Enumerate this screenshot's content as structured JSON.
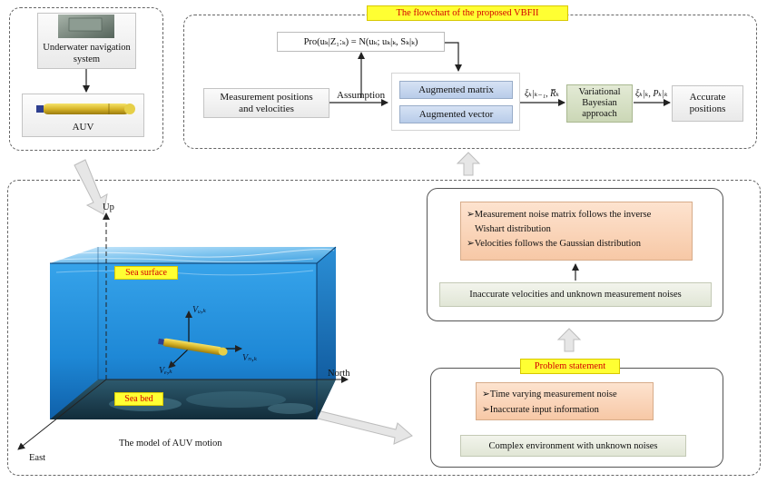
{
  "flowchart": {
    "title": "The flowchart of the proposed VBFII",
    "pro_formula": "Pro(uₖ|Z₁:ₖ) = N(uₖ; uₖ|ₖ, Sₖ|ₖ)",
    "measurement_box": "Measurement positions and velocities",
    "assumption_label": "Assumption",
    "augmented_matrix": "Augmented matrix",
    "augmented_vector": "Augmented vector",
    "input_symbols": "ξₖ|ₖ₋₁, R̅ₖ",
    "vb_box": "Variational Bayesian approach",
    "output_symbols": "ξₖ|ₖ, Pₖ|ₖ",
    "accurate_box": "Accurate positions"
  },
  "system": {
    "nav_label": "Underwater navigation system",
    "auv_label": "AUV"
  },
  "motion": {
    "axis_up": "Up",
    "axis_north": "North",
    "axis_east": "East",
    "sea_surface": "Sea surface",
    "sea_bed": "Sea bed",
    "v_up": "Vᵤ,ₖ",
    "v_north": "Vₙ,ₖ",
    "v_east": "Vₑ,ₖ",
    "caption": "The model of AUV motion"
  },
  "assumptions": {
    "item1_line1": "➢Measurement noise matrix follows the inverse",
    "item1_line2": "Wishart distribution",
    "item2": "➢Velocities follows the Gaussian distribution",
    "inaccurate_box": "Inaccurate velocities and unknown measurement noises"
  },
  "problem": {
    "title": "Problem statement",
    "item1": "➢Time varying measurement noise",
    "item2": "➢Inaccurate input information",
    "complex_box": "Complex environment with unknown noises"
  },
  "colors": {
    "tag_bg": "#ffff33",
    "tag_text": "#d40000",
    "water": "#1e88d6",
    "augmented": "#b8cce9",
    "vb": "#cbd7b6",
    "assumption_box": "#f7c8a6"
  }
}
